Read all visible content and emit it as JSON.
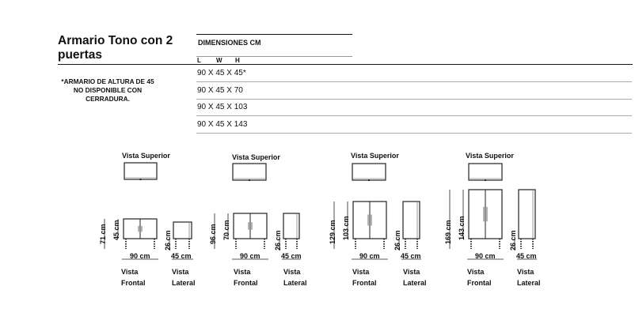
{
  "product": {
    "title": "Armario Tono con 2 puertas"
  },
  "note": "*ARMARIO DE ALTURA DE 45 NO DISPONIBLE CON CERRADURA.",
  "dimensions": {
    "heading": "DIMENSIONES CM",
    "cols": [
      "L",
      "W",
      "H"
    ],
    "rows": [
      "90 X 45 X 45*",
      "90 X 45 X 70",
      "90 X 45 X 103",
      "90 X 45 X 143"
    ]
  },
  "diagrams": [
    {
      "top_label": "Vista Superior",
      "total_height": "71 cm",
      "body_height": "45 cm",
      "legs": "26 cm",
      "width": "90 cm",
      "depth": "45 cm",
      "front_label": "Vista Frontal",
      "side_label": "Vista Lateral"
    },
    {
      "top_label": "Vista Superior",
      "total_height": "96 cm",
      "body_height": "70 cm",
      "legs": "26 cm",
      "width": "90 cm",
      "depth": "45 cm",
      "front_label": "Vista Frontal",
      "side_label": "Vista Lateral"
    },
    {
      "top_label": "Vista Superior",
      "total_height": "129 cm",
      "body_height": "103 cm",
      "legs": "26 cm",
      "width": "90 cm",
      "depth": "45 cm",
      "front_label": "Vista Frontal",
      "side_label": "Vista Lateral"
    },
    {
      "top_label": "Vista Superior",
      "total_height": "169 cm",
      "body_height": "143 cm",
      "legs": "26 cm",
      "width": "90 cm",
      "depth": "45 cm",
      "front_label": "Vista Frontal",
      "side_label": "Vista Lateral"
    }
  ]
}
